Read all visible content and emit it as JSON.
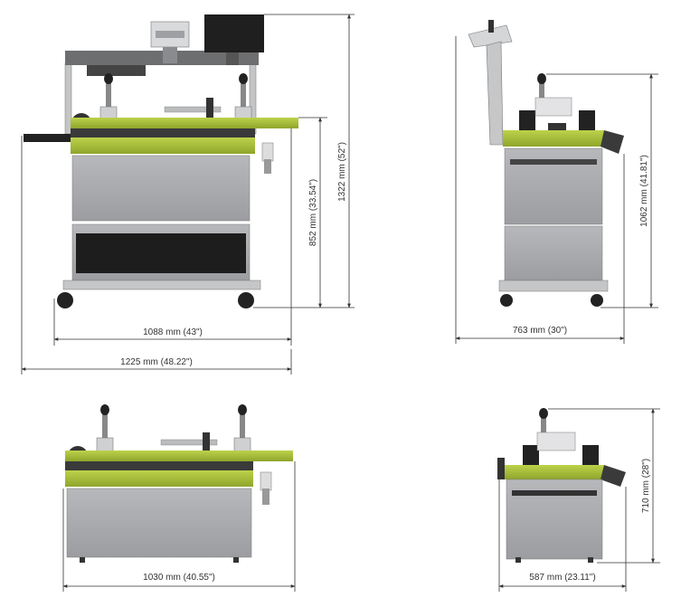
{
  "views": {
    "front_full": {
      "width_inner": "1088 mm (43\")",
      "width_outer": "1225 mm (48.22\")",
      "height_table": "852 mm (33.54\")",
      "height_total": "1322 mm (52\")"
    },
    "side_full": {
      "depth": "763 mm (30\")",
      "height": "1062 mm (41.81\")"
    },
    "front_compact": {
      "width": "1030 mm (40.55\")"
    },
    "side_compact": {
      "depth": "587 mm (23.11\")",
      "height": "710 mm (28\")"
    }
  },
  "colors": {
    "green": "#a8c23a",
    "green_dark": "#7f9424",
    "cabinet": "#a9aaad",
    "cabinet_dark": "#8d8e91",
    "dark": "#2b2b2b",
    "frame": "#bfc0c2"
  }
}
